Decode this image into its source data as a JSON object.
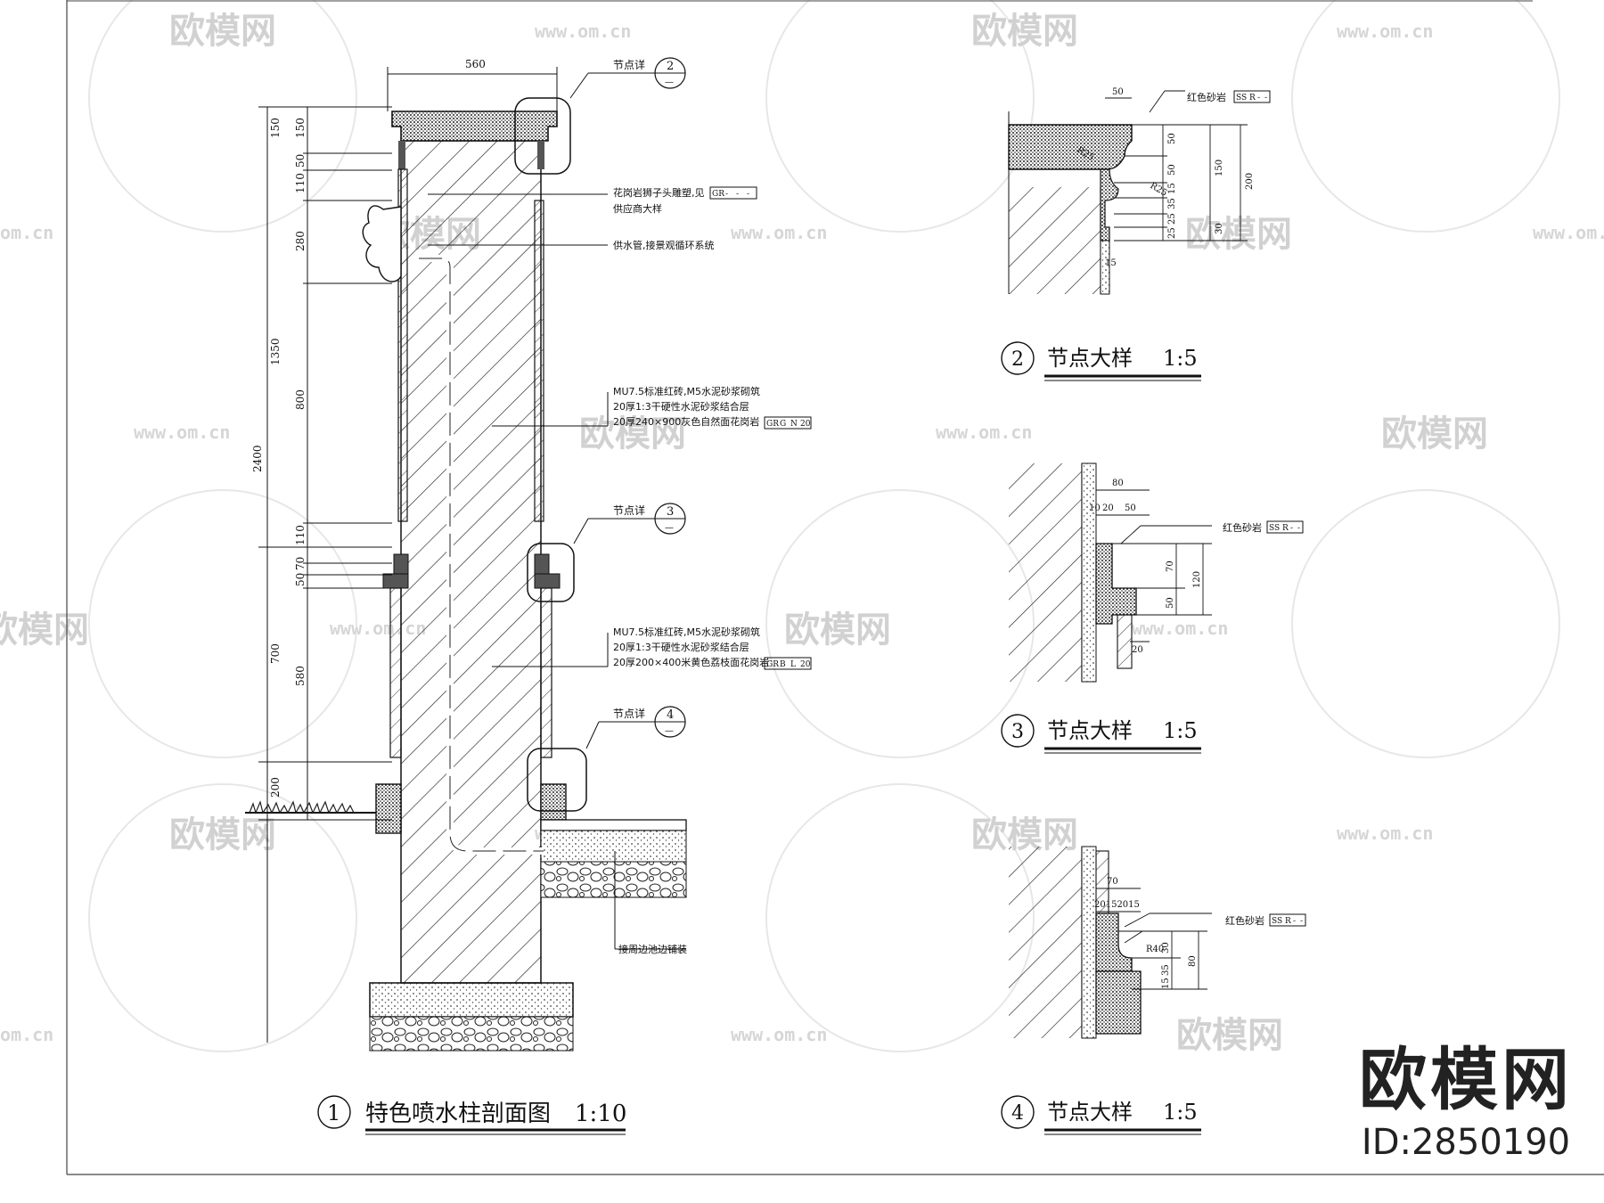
{
  "watermark": {
    "brand_text": "欧模网",
    "url": "www.om.cn",
    "url_short": "om.cn"
  },
  "brand": {
    "logo_text": "欧模网",
    "id_text": "ID:2850190"
  },
  "section": {
    "number": "1",
    "title": "特色喷水柱剖面图",
    "scale": "1:10",
    "dim_top_width": "560",
    "dims_outer": [
      "150",
      "1350",
      "700",
      "200"
    ],
    "dim_total": "2400",
    "dims_inner": [
      "150",
      "50",
      "110",
      "280",
      "800",
      "110",
      "70",
      "50",
      "580"
    ],
    "callouts": [
      {
        "label": "节点详",
        "num": "2",
        "sub": "—"
      },
      {
        "label": "节点详",
        "num": "3",
        "sub": "—"
      },
      {
        "label": "节点详",
        "num": "4",
        "sub": "—"
      }
    ],
    "notes_lion": [
      "花岗岩狮子头雕塑,见",
      "供应商大样"
    ],
    "lion_code": [
      "GR",
      "-",
      "-",
      "-"
    ],
    "note_pipe": "供水管,接景观循环系统",
    "notes_upper": [
      "MU7.5标准红砖,M5水泥砂浆砌筑",
      "20厚1:3干硬性水泥砂浆结合层",
      "20厚240×900灰色自然面花岗岩"
    ],
    "upper_code": [
      "GR",
      "G",
      "N",
      "20"
    ],
    "notes_lower": [
      "MU7.5标准红砖,M5水泥砂浆砌筑",
      "20厚1:3干硬性水泥砂浆结合层",
      "20厚200×400米黄色荔枝面花岗岩"
    ],
    "lower_code": [
      "GR",
      "B",
      "L",
      "20"
    ],
    "note_pool": "接周边池边铺装"
  },
  "detail2": {
    "number": "2",
    "title": "节点大样",
    "scale": "1:5",
    "material": "红色砂岩",
    "code": [
      "SS",
      "R",
      "-",
      "-"
    ],
    "dims": [
      "50",
      "50",
      "50",
      "15",
      "35",
      "25",
      "25",
      "150",
      "30",
      "200",
      "15"
    ],
    "radii": [
      "R25",
      "R25"
    ]
  },
  "detail3": {
    "number": "3",
    "title": "节点大样",
    "scale": "1:5",
    "material": "红色砂岩",
    "code": [
      "SS",
      "R",
      "-",
      "-"
    ],
    "dims": [
      "80",
      "10",
      "20",
      "50",
      "70",
      "120",
      "50",
      "20"
    ]
  },
  "detail4": {
    "number": "4",
    "title": "节点大样",
    "scale": "1:5",
    "material": "红色砂岩",
    "code": [
      "SS",
      "R",
      "-",
      "-"
    ],
    "dims": [
      "70",
      "20152015",
      "R40",
      "30",
      "80",
      "35",
      "15"
    ]
  }
}
